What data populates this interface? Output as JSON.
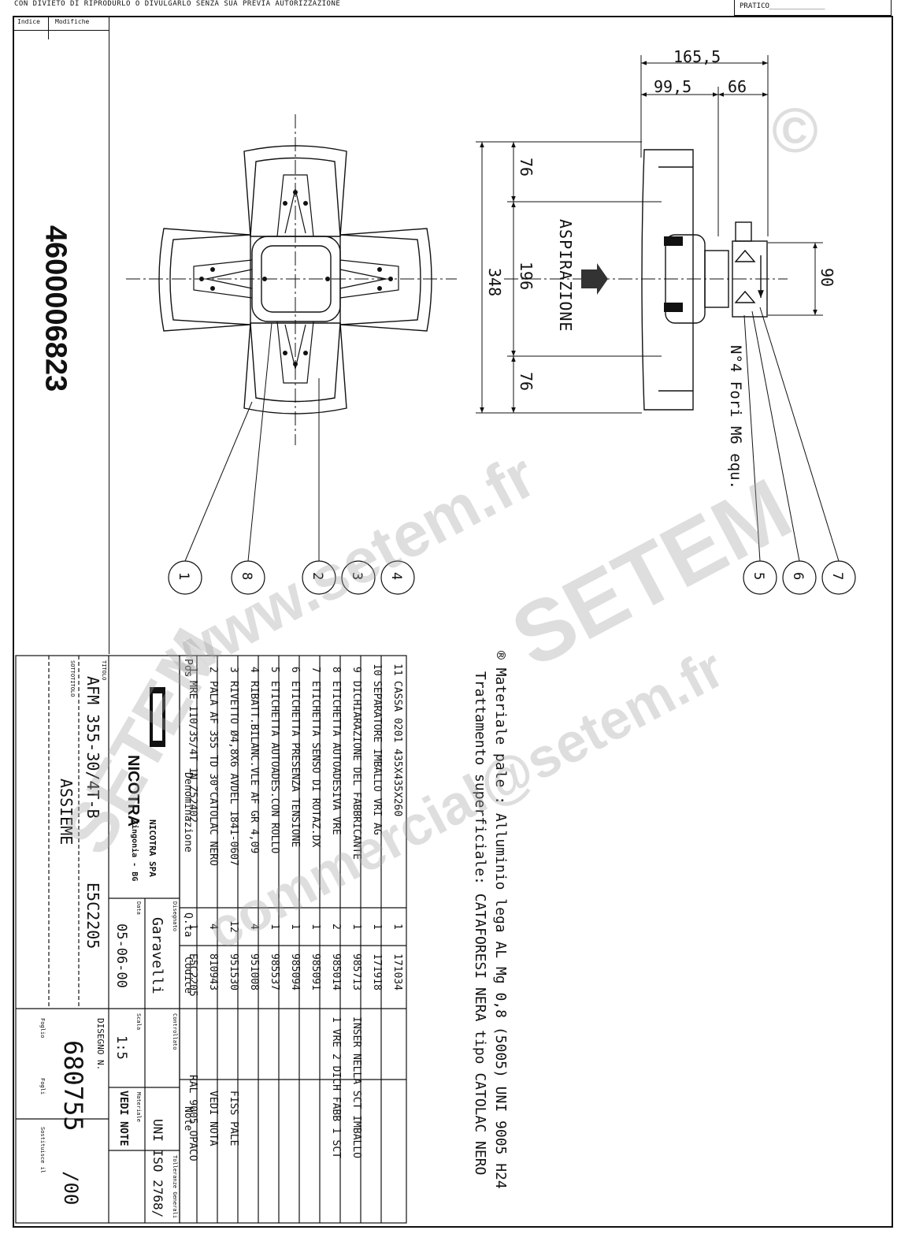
{
  "header": {
    "copyright_note": "CON DIVIETO DI RIPRODURLO O DIVULGARLO SENZA SUA PREVIA AUTORIZZAZIONE",
    "pratico_label": "PRATICO_____________"
  },
  "revision": {
    "indice_label": "Indice",
    "modifiche_label": "Modifiche"
  },
  "part_number": "4600006823",
  "dimensions": {
    "overall_depth": "165,5",
    "depth_a": "99,5",
    "depth_b": "66",
    "overall_height": "348",
    "upper_offset": "76",
    "center": "196",
    "lower_offset": "76",
    "box_height": "90"
  },
  "labels": {
    "airflow": "ASPIRAZIONE",
    "holes": "N°4 Fori M6 equ."
  },
  "balloons": [
    "1",
    "8",
    "2",
    "3",
    "4",
    "5",
    "6",
    "7"
  ],
  "notes": [
    "® Materiale pale : Alluminio lega AL Mg 0,8 (5005) UNI 9005 H24",
    "Trattamento superficiale: CATAFORESI NERA tipo CATOLAC NERO"
  ],
  "bom": {
    "headers": {
      "pos": "Pos",
      "name": "Denominazione",
      "qty": "Q.ta",
      "code": "Codice",
      "note": "Note"
    },
    "rows": [
      {
        "pos": "11",
        "name": "CASSA 0201 435X435X260",
        "qty": "1",
        "code": "171034",
        "note": ""
      },
      {
        "pos": "10",
        "name": "SEPARATORE IMBALLO VRI AG",
        "qty": "1",
        "code": "171918",
        "note": ""
      },
      {
        "pos": "9",
        "name": "DICHIARAZIONE DEL FABBRICANTE",
        "qty": "1",
        "code": "985713",
        "note": "INSER NELLA SCT IMBALLO"
      },
      {
        "pos": "8",
        "name": "ETICHETTA AUTOADESIVA VRE",
        "qty": "2",
        "code": "985014",
        "note": "1 VRE 2 DICH FABB 1 SCT"
      },
      {
        "pos": "7",
        "name": "ETICHETTA SENSO DI ROTAZ.DX",
        "qty": "1",
        "code": "985091",
        "note": ""
      },
      {
        "pos": "6",
        "name": "ETICHETTA PRESENZA TENSIONE",
        "qty": "1",
        "code": "985094",
        "note": ""
      },
      {
        "pos": "5",
        "name": "ETICHETTA AUTOADES.CON ROLLO",
        "qty": "1",
        "code": "985537",
        "note": ""
      },
      {
        "pos": "4",
        "name": "RIBATT.BILANC.VLE AF GR 4,09",
        "qty": "4",
        "code": "951008",
        "note": ""
      },
      {
        "pos": "3",
        "name": "RIVETTO Ø4,8X6 AVDEL 1841-0607",
        "qty": "12",
        "code": "951530",
        "note": "FISS PALE"
      },
      {
        "pos": "2",
        "name": "PALA AF 355 TD 30°CATOLAC NERO",
        "qty": "4",
        "code": "810943",
        "note": "VEDI NOTA"
      },
      {
        "pos": "1",
        "name": "MRE 110/35/4T 1N Z52402",
        "qty": "1",
        "code": "E5C2205",
        "note": "RAL 9005 OPACO"
      }
    ]
  },
  "titleblock": {
    "company_name": "NICOTRA",
    "company_full": "NICOTRA  SPA",
    "company_city": "Zingonia - BG",
    "titolo_label": "TITOLO",
    "titolo": "AFM 355-30/4T-B",
    "code": "E5C2205",
    "sottotitolo_label": "SOTTOTITOLO",
    "sottotitolo": "ASSIEME",
    "disegnato_label": "Disegnato",
    "disegnato": "Garavelli",
    "controllato_label": "Controllato",
    "data_label": "Data",
    "data": "05-06-00",
    "scala_label": "Scala",
    "scala": "1:5",
    "materiale_label": "Materiale",
    "materiale": "VEDI NOTE",
    "tolleranze_label": "Tolleranze Generali",
    "tolleranze": "UNI ISO 2768/",
    "disegno_label": "DISEGNO N.",
    "disegno_n": "680755",
    "revisione": "/00",
    "foglio_label": "Foglio",
    "fogli_label": "Fogli",
    "sostituisce_label": "Sostituisce il"
  },
  "watermarks": [
    "www.setem.fr",
    "SETEM",
    "commercial@setem.fr",
    "©"
  ]
}
